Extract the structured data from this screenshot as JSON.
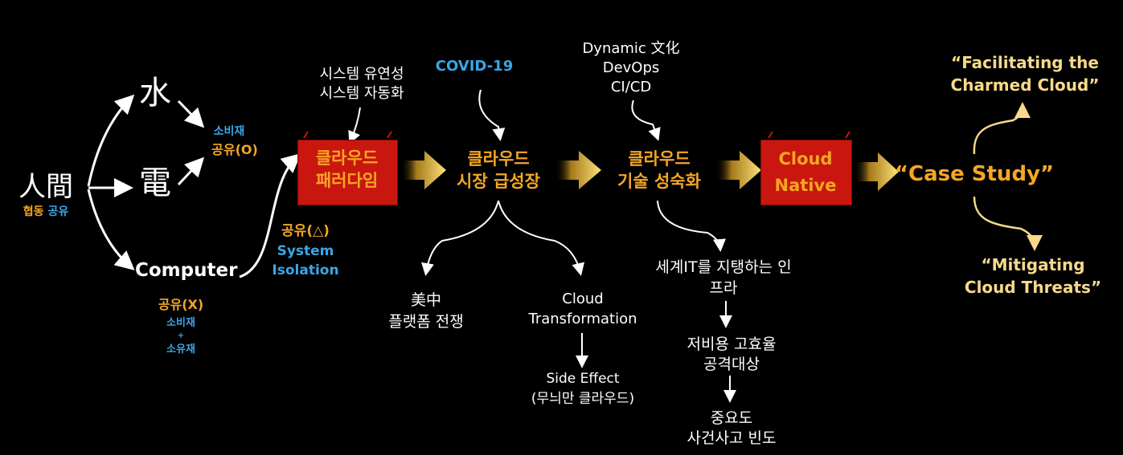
{
  "left": {
    "human": "人間",
    "human_sub_a": "협동",
    "human_sub_b": "공유",
    "water": "水",
    "electric": "電",
    "computer": "Computer",
    "consumable": "소비재",
    "share_o": "공유(O)",
    "share_x": "공유(X)",
    "consumable2": "소비재",
    "plus": "+",
    "ownership": "소유재"
  },
  "step1": {
    "top_line1": "시스템 유연성",
    "top_line2": "시스템 자동화",
    "box_line1": "클라우드",
    "box_line2": "패러다임",
    "share_tri": "공유(△)",
    "iso_line1": "System",
    "iso_line2": "Isolation"
  },
  "step2": {
    "covid": "COVID-19",
    "line1": "클라우드",
    "line2": "시장 급성장",
    "branch_a1": "美中",
    "branch_a2": "플랫폼 전쟁",
    "branch_b1": "Cloud",
    "branch_b2": "Transformation",
    "side1": "Side Effect",
    "side2": "(무늬만 클라우드)"
  },
  "step3": {
    "top1": "Dynamic 文化",
    "top2": "DevOps",
    "top3": "CI/CD",
    "line1": "클라우드",
    "line2": "기술 성숙화",
    "infra1": "세계IT를 지탱하는 인",
    "infra2": "프라",
    "target1": "저비용 고효율",
    "target2": "공격대상",
    "freq1": "중요도",
    "freq2": "사건사고 빈도"
  },
  "step4": {
    "line1": "Cloud",
    "line2": "Native"
  },
  "step5": {
    "case": "“Case Study”",
    "fac1": "“Facilitating the",
    "fac2": "Charmed Cloud”",
    "mit1": "“Mitigating",
    "mit2": "Cloud Threats”"
  }
}
